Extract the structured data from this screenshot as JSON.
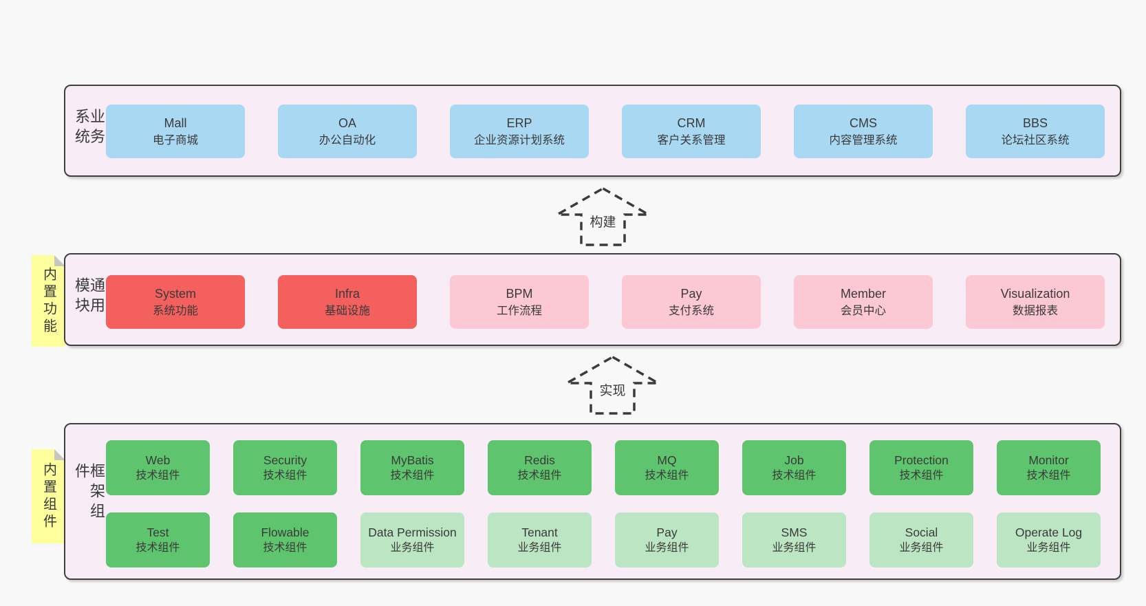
{
  "colors": {
    "background": "#f8f8f8",
    "layer_fill": "#f8edf7",
    "layer_border": "#3f3f3f",
    "blue": "#a8d8f2",
    "red": "#f3605e",
    "pink": "#fbc8d3",
    "green": "#5ec46d",
    "lightgreen": "#bce5c4",
    "sticky_yellow": "#fdff9d",
    "sticky_fold": "#c6c6c6",
    "text": "#3a3a3a"
  },
  "arrows": [
    {
      "label": "构建"
    },
    {
      "label": "实现"
    }
  ],
  "layers": [
    {
      "label": "业务系统",
      "items": [
        {
          "name": "Mall",
          "desc": "电子商城",
          "variant": "blue"
        },
        {
          "name": "OA",
          "desc": "办公自动化",
          "variant": "blue"
        },
        {
          "name": "ERP",
          "desc": "企业资源计划系统",
          "variant": "blue"
        },
        {
          "name": "CRM",
          "desc": "客户关系管理",
          "variant": "blue"
        },
        {
          "name": "CMS",
          "desc": "内容管理系统",
          "variant": "blue"
        },
        {
          "name": "BBS",
          "desc": "论坛社区系统",
          "variant": "blue"
        }
      ]
    },
    {
      "label": "通用模块",
      "sticky": "内置功能",
      "items": [
        {
          "name": "System",
          "desc": "系统功能",
          "variant": "red"
        },
        {
          "name": "Infra",
          "desc": "基础设施",
          "variant": "red"
        },
        {
          "name": "BPM",
          "desc": "工作流程",
          "variant": "pink"
        },
        {
          "name": "Pay",
          "desc": "支付系统",
          "variant": "pink"
        },
        {
          "name": "Member",
          "desc": "会员中心",
          "variant": "pink"
        },
        {
          "name": "Visualization",
          "desc": "数据报表",
          "variant": "pink"
        }
      ]
    },
    {
      "label": "框架组件",
      "sticky": "内置组件",
      "rows": [
        [
          {
            "name": "Web",
            "desc": "技术组件",
            "variant": "green"
          },
          {
            "name": "Security",
            "desc": "技术组件",
            "variant": "green"
          },
          {
            "name": "MyBatis",
            "desc": "技术组件",
            "variant": "green"
          },
          {
            "name": "Redis",
            "desc": "技术组件",
            "variant": "green"
          },
          {
            "name": "MQ",
            "desc": "技术组件",
            "variant": "green"
          },
          {
            "name": "Job",
            "desc": "技术组件",
            "variant": "green"
          },
          {
            "name": "Protection",
            "desc": "技术组件",
            "variant": "green"
          },
          {
            "name": "Monitor",
            "desc": "技术组件",
            "variant": "green"
          }
        ],
        [
          {
            "name": "Test",
            "desc": "技术组件",
            "variant": "green"
          },
          {
            "name": "Flowable",
            "desc": "技术组件",
            "variant": "green"
          },
          {
            "name": "Data Permission",
            "desc": "业务组件",
            "variant": "lightgreen"
          },
          {
            "name": "Tenant",
            "desc": "业务组件",
            "variant": "lightgreen"
          },
          {
            "name": "Pay",
            "desc": "业务组件",
            "variant": "lightgreen"
          },
          {
            "name": "SMS",
            "desc": "业务组件",
            "variant": "lightgreen"
          },
          {
            "name": "Social",
            "desc": "业务组件",
            "variant": "lightgreen"
          },
          {
            "name": "Operate Log",
            "desc": "业务组件",
            "variant": "lightgreen"
          }
        ]
      ]
    }
  ]
}
